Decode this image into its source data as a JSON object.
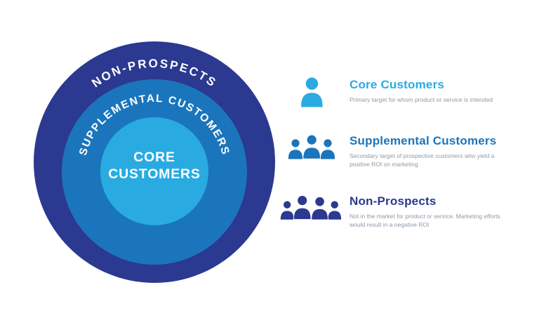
{
  "diagram": {
    "outer_label": "NON-PROSPECTS",
    "middle_label": "SUPPLEMENTAL CUSTOMERS",
    "inner_label_line1": "CORE",
    "inner_label_line2": "CUSTOMERS",
    "colors": {
      "outer": "#2b3990",
      "middle": "#1b75bc",
      "inner": "#29abe2"
    }
  },
  "legend": {
    "items": [
      {
        "title": "Core Customers",
        "color": "#29abe2",
        "description": "Primary target for whom product or service is intended"
      },
      {
        "title": "Supplemental Customers",
        "color": "#1b75bc",
        "description": "Secondary target of prospective customers who yield a positive ROI on marketing"
      },
      {
        "title": "Non-Prospects",
        "color": "#2b3990",
        "description": "Not in the market for product or service. Marketing efforts would result in a negative ROI"
      }
    ]
  }
}
